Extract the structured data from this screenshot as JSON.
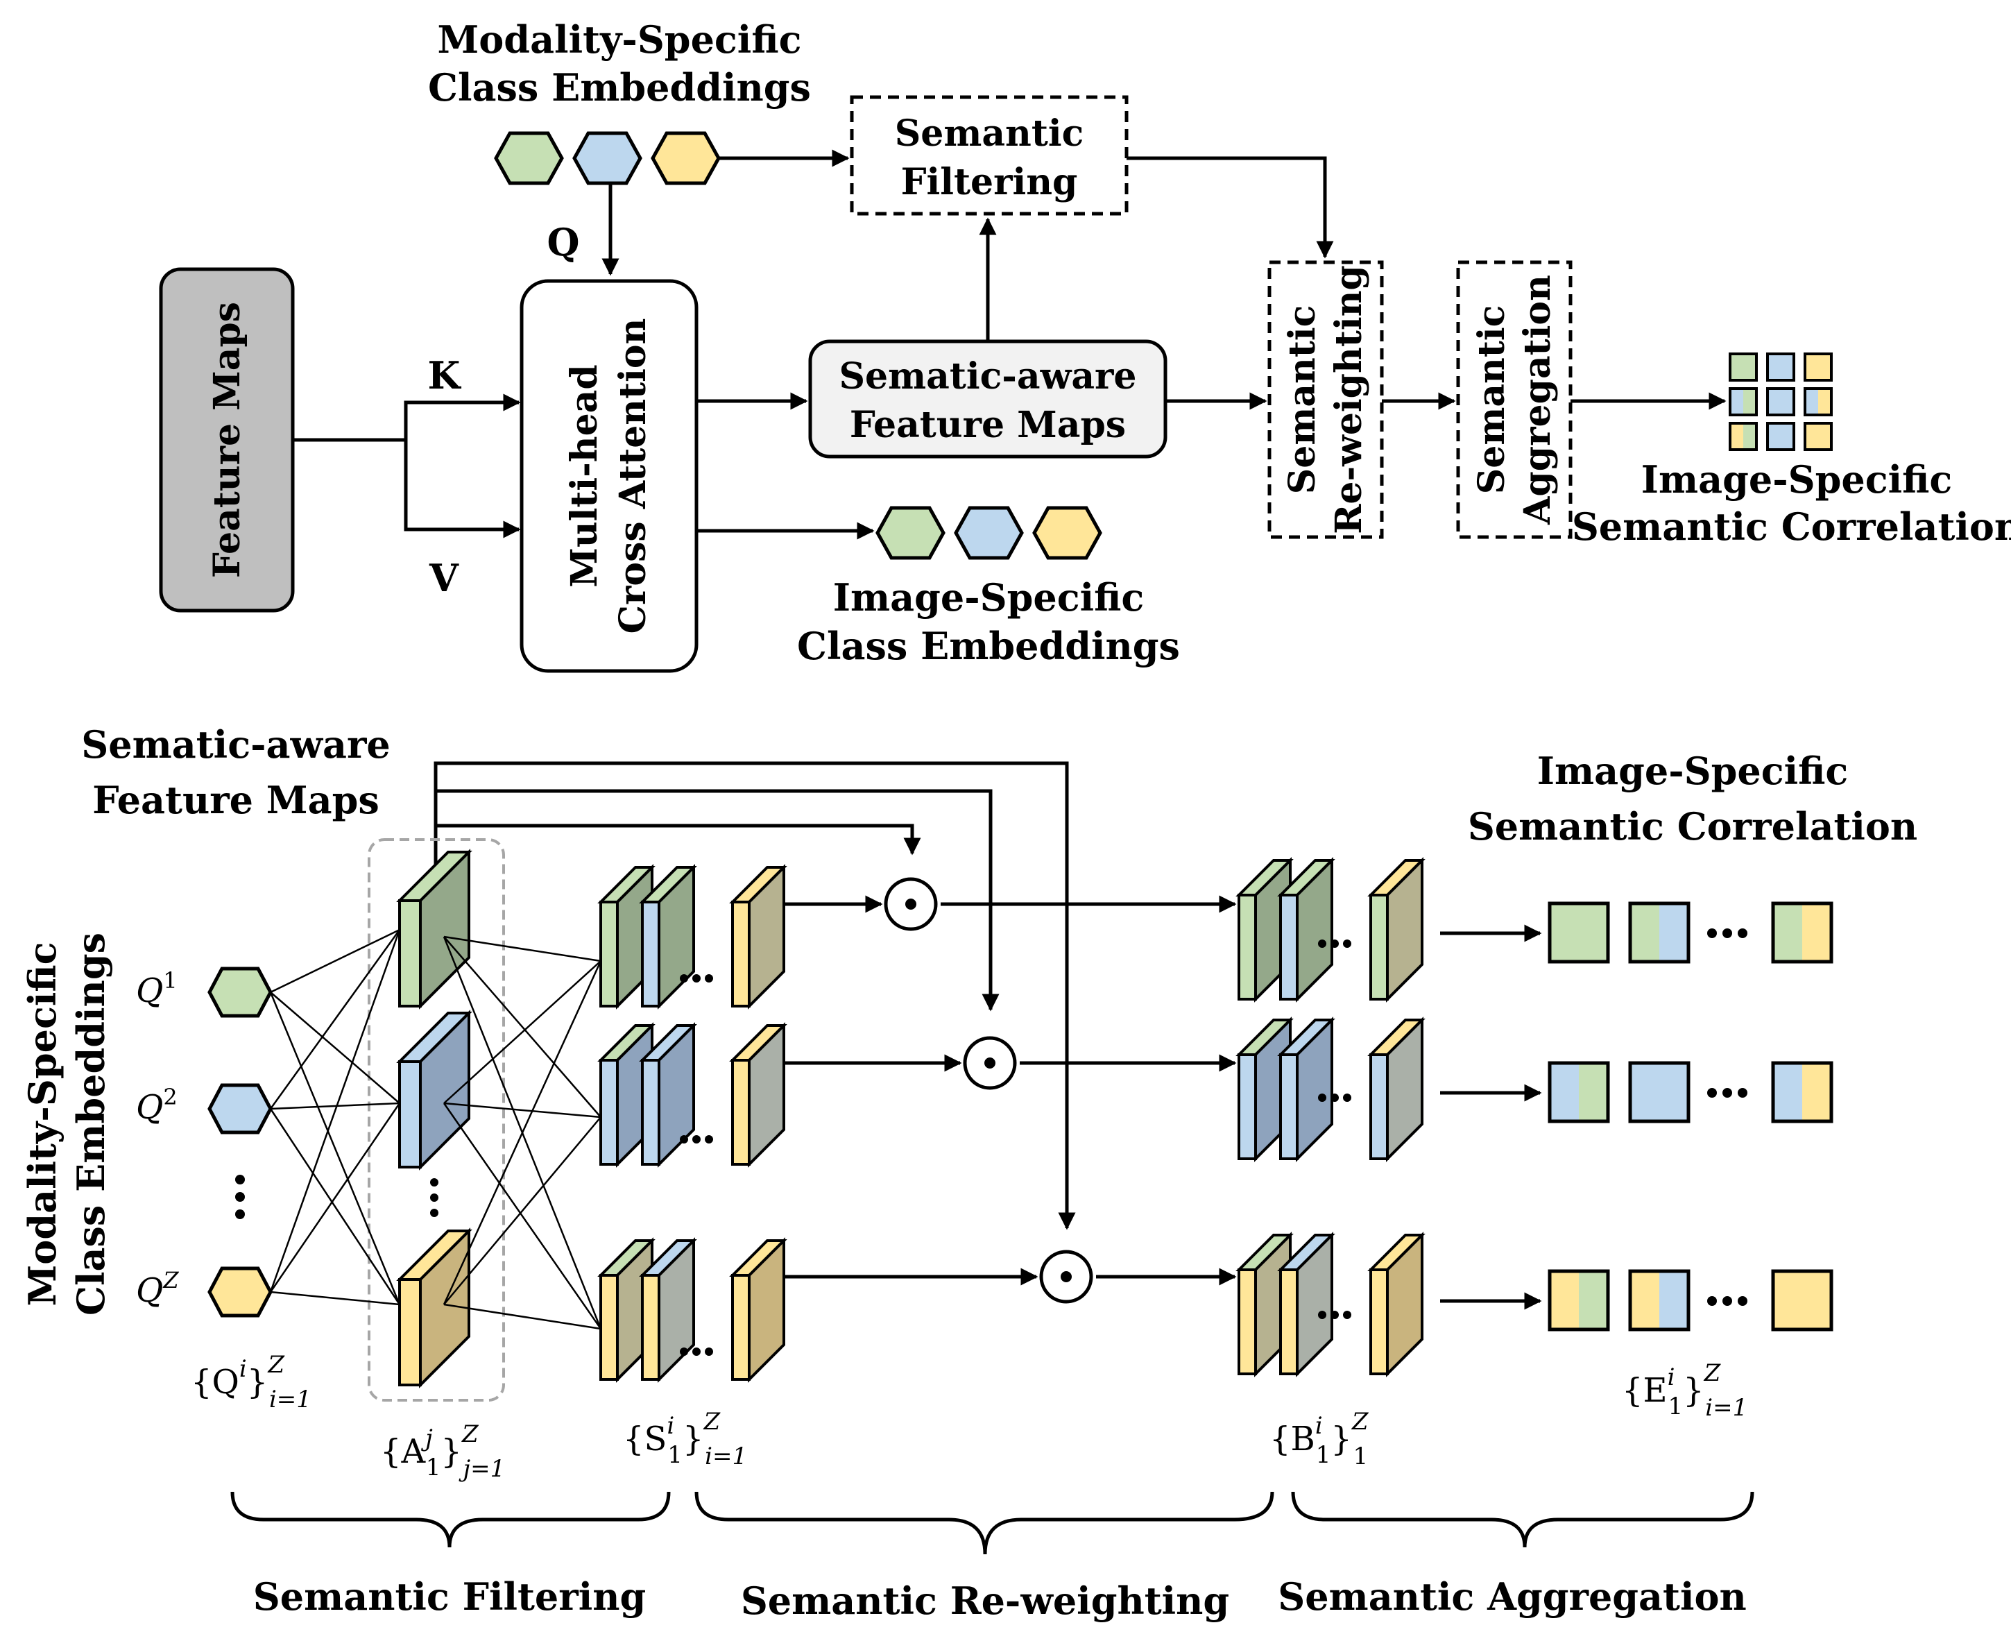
{
  "colors": {
    "green": "#c6e0b4",
    "blue": "#bdd7ee",
    "yellow": "#ffe699",
    "feature_map_fill": "#bfbfbf",
    "semantic_box_fill": "#f2f2f2",
    "green_face": "#94a88a",
    "blue_face": "#8ea3bd",
    "yellow_face": "#c9b47e",
    "dashed_group": "#a6a6a6"
  },
  "top": {
    "modality_label": [
      "Modality-Specific",
      "Class Embeddings"
    ],
    "q_label": "Q",
    "k_label": "K",
    "v_label": "V",
    "feature_maps": "Feature Maps",
    "mhca": [
      "Multi-head",
      "Cross Attention"
    ],
    "semantic_filtering": [
      "Semantic",
      "Filtering"
    ],
    "sematic_aware": [
      "Sematic-aware",
      "Feature Maps"
    ],
    "semantic_reweighting": [
      "Semantic",
      "Re-weighting"
    ],
    "semantic_aggregation": [
      "Semantic",
      "Aggregation"
    ],
    "image_specific_class": [
      "Image-Specific",
      "Class Embeddings"
    ],
    "image_specific_corr": [
      "Image-Specific",
      "Semantic Correlation"
    ]
  },
  "bottom": {
    "sematic_aware": [
      "Sematic-aware",
      "Feature Maps"
    ],
    "modality_label": [
      "Modality-Specific",
      "Class Embeddings"
    ],
    "image_specific_corr": [
      "Image-Specific",
      "Semantic Correlation"
    ],
    "q_labels": [
      "Q",
      "Q",
      "Q"
    ],
    "q_sups": [
      "1",
      "2",
      "Z"
    ],
    "set_q": "{Q",
    "set_q_sup": "i",
    "set_q_sub": "i=1",
    "set_q_subsup": "Z",
    "set_a": "{A",
    "set_a_sup": "j",
    "set_a_sub1": "1",
    "set_a_rest": "}",
    "set_a_sub": "j=1",
    "set_a_subsup": "Z",
    "set_s": "{S",
    "set_s_sup": "i",
    "set_s_sub1": "1",
    "set_s_sub": "i=1",
    "set_s_subsup": "Z",
    "set_b": "{B",
    "set_b_sup": "i",
    "set_b_sub1": "1",
    "set_b_sub": "1",
    "set_b_subsup": "Z",
    "set_e": "{E",
    "set_e_sup": "i",
    "set_e_sub1": "1",
    "set_e_sub": "i=1",
    "set_e_subsup": "Z",
    "odot": "⊙",
    "brace_filtering": "Semantic Filtering",
    "brace_reweighting": "Semantic Re-weighting",
    "brace_aggregation": "Semantic Aggregation"
  }
}
